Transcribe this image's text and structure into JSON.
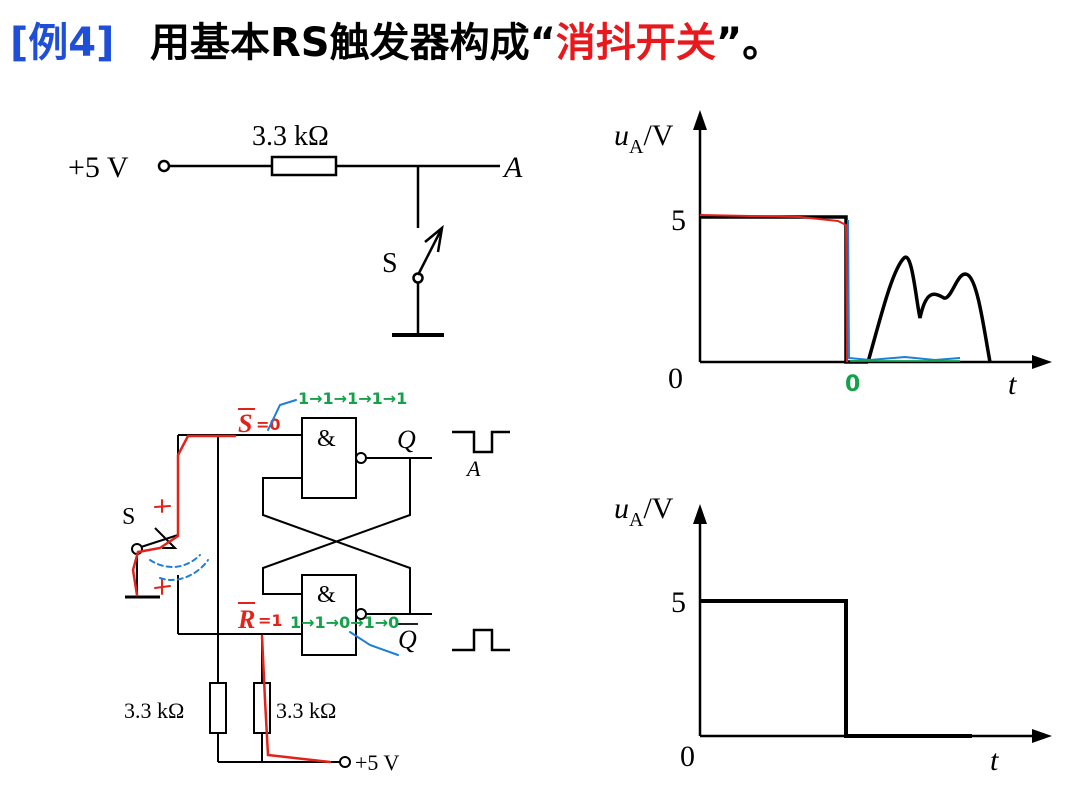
{
  "title": {
    "tag": "[例4]",
    "text_before": "用基本RS触发器构成",
    "open_quote": "“",
    "highlight": "消抖开关",
    "close_quote": "”。"
  },
  "top_circuit": {
    "supply_label": "+5 V",
    "resistor_label": "3.3 kΩ",
    "node_label": "A",
    "switch_label": "S"
  },
  "top_graph": {
    "ylabel_var": "u",
    "ylabel_sub": "A",
    "ylabel_unit": "/V",
    "xlabel": "t",
    "origin": "0",
    "y_tick": "5",
    "annot_zero": "0"
  },
  "bottom_graph": {
    "ylabel_var": "u",
    "ylabel_sub": "A",
    "ylabel_unit": "/V",
    "xlabel": "t",
    "origin": "0",
    "y_tick": "5"
  },
  "latch": {
    "gate_top": "&",
    "gate_bottom": "&",
    "q_label": "Q",
    "qbar_label": "Q",
    "s_label": "S",
    "r_label": "R",
    "s_value": "=0",
    "r_value": "=1",
    "switch_label": "S",
    "a_label": "A",
    "res_left": "3.3 kΩ",
    "res_right": "3.3 kΩ",
    "supply": "+5 V",
    "annot_top_seq": "1→1→1→1→1",
    "annot_bottom_seq": "1→1→0→1→0"
  },
  "colors": {
    "title_blue": "#1f4fd8",
    "title_red": "#e8181c",
    "ink_red": "#e32219",
    "ink_blue": "#1e7fd6",
    "ink_green": "#15a04a",
    "black": "#000000"
  }
}
